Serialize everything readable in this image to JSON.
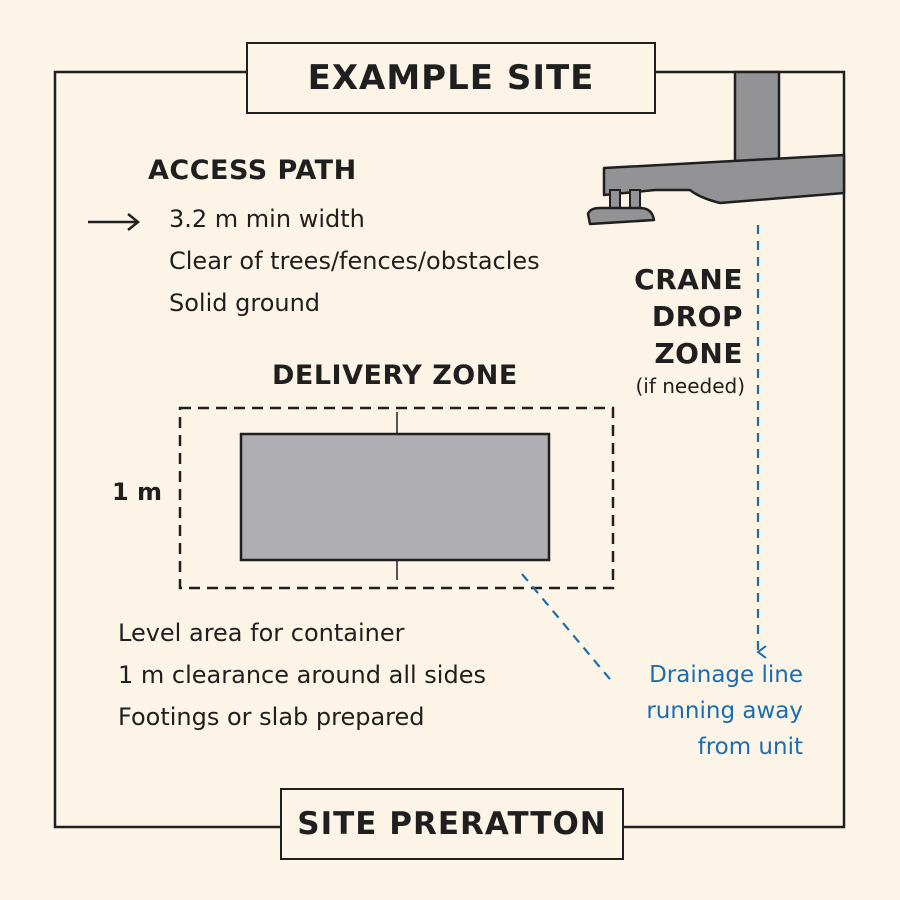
{
  "header": {
    "title": "EXAMPLE SITE"
  },
  "footer": {
    "title": "SITE PRERATTON"
  },
  "access_path": {
    "heading": "ACCESS PATH",
    "arrow_icon": "arrow-right-icon",
    "items": [
      "3.2 m min width",
      "Clear of trees/fences/obstacles",
      "Solid ground"
    ]
  },
  "delivery_zone": {
    "heading": "DELIVERY ZONE",
    "dimension_label": "1 m",
    "notes": [
      "Level area for container",
      "1 m clearance around all sides",
      "Footings or slab prepared"
    ]
  },
  "crane": {
    "icon": "crane-hook-icon",
    "heading_lines": [
      "CRANE",
      "DROP",
      "ZONE"
    ],
    "note": "(if needed)"
  },
  "drainage": {
    "lines": [
      "Drainage line",
      "running away",
      "from unit"
    ]
  },
  "colors": {
    "background": "#fcf4e6",
    "line": "#1f1f1f",
    "container_fill": "#aeaeb3",
    "crane_fill": "#939396",
    "accent_blue": "#1b6db0"
  }
}
